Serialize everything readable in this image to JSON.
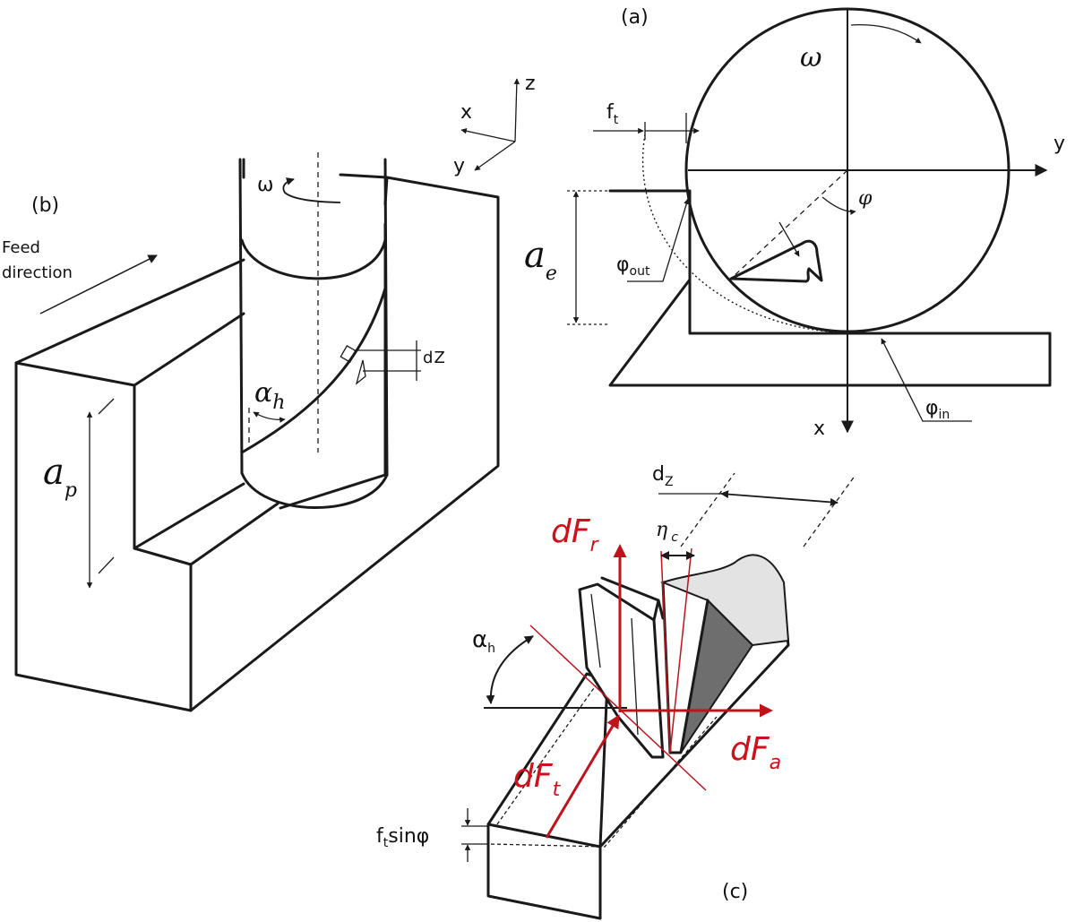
{
  "panel_a": {
    "label": "(a)",
    "omega": "ω",
    "ft": "f",
    "ft_sub": "t",
    "axis_y": "y",
    "axis_x": "x",
    "phi": "φ",
    "phi_out": "φ",
    "phi_out_sub": "out",
    "phi_in": "φ",
    "phi_in_sub": "in",
    "ae": "a",
    "ae_sub": "e"
  },
  "panel_b": {
    "label": "(b)",
    "feed_line1": "Feed",
    "feed_line2": "direction",
    "omega": "ω",
    "alpha": "α",
    "alpha_sub": "h",
    "ap": "a",
    "ap_sub": "p",
    "dz": "d",
    "dz_sub": "Z",
    "axis_x": "x",
    "axis_y": "y",
    "axis_z": "z"
  },
  "panel_c": {
    "label": "(c)",
    "dz": "d",
    "dz_sub": "Z",
    "eta": "η",
    "eta_sub": "c",
    "dfr": "dF",
    "dfr_sub": "r",
    "dfa": "dF",
    "dfa_sub": "a",
    "dft": "dF",
    "dft_sub": "t",
    "alpha": "α",
    "alpha_sub": "h",
    "ft": "f",
    "ft_sub": "t",
    "ft_rest": "sinφ"
  },
  "colors": {
    "force": "#c0121b",
    "line": "#1a1a1a",
    "shade_light": "#e3e3e3",
    "shade_dark": "#6e6e6e"
  }
}
